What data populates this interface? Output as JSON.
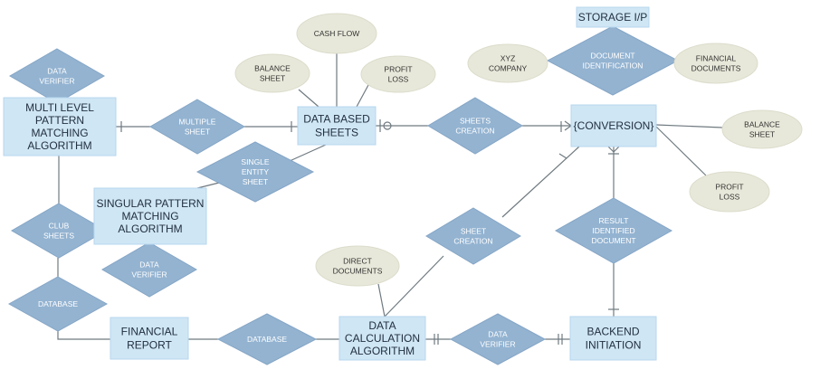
{
  "entities": [
    {
      "id": "mlpma",
      "lines": [
        "MULTI LEVEL",
        "PATTERN",
        "MATCHING",
        "ALGORITHM"
      ]
    },
    {
      "id": "dbs",
      "lines": [
        "DATA BASED",
        "SHEETS"
      ]
    },
    {
      "id": "conv",
      "lines": [
        "{CONVERSION}"
      ]
    },
    {
      "id": "storage",
      "lines": [
        "STORAGE I/P"
      ]
    },
    {
      "id": "spma",
      "lines": [
        "SINGULAR PATTERN",
        "MATCHING",
        "ALGORITHM"
      ]
    },
    {
      "id": "finrep",
      "lines": [
        "FINANCIAL",
        "REPORT"
      ]
    },
    {
      "id": "dca",
      "lines": [
        "DATA",
        "CALCULATION",
        "ALGORITHM"
      ]
    },
    {
      "id": "backend",
      "lines": [
        "BACKEND",
        "INITIATION"
      ]
    }
  ],
  "relationships": [
    {
      "id": "dv1",
      "lines": [
        "DATA",
        "VERIFIER"
      ]
    },
    {
      "id": "ms",
      "lines": [
        "MULTIPLE",
        "SHEET"
      ]
    },
    {
      "id": "ses",
      "lines": [
        "SINGLE",
        "ENTITY",
        "SHEET"
      ]
    },
    {
      "id": "sc1",
      "lines": [
        "SHEETS",
        "CREATION"
      ]
    },
    {
      "id": "docid",
      "lines": [
        "DOCUMENT",
        "IDENTIFICATION"
      ]
    },
    {
      "id": "club",
      "lines": [
        "CLUB",
        "SHEETS"
      ]
    },
    {
      "id": "dv2",
      "lines": [
        "DATA",
        "VERIFIER"
      ]
    },
    {
      "id": "db1",
      "lines": [
        "DATABASE"
      ]
    },
    {
      "id": "db2",
      "lines": [
        "DATABASE"
      ]
    },
    {
      "id": "sc2",
      "lines": [
        "SHEET",
        "CREATION"
      ]
    },
    {
      "id": "rid",
      "lines": [
        "RESULT",
        "IDENTIFIED",
        "DOCUMENT"
      ]
    },
    {
      "id": "dv3",
      "lines": [
        "DATA",
        "VERIFIER"
      ]
    }
  ],
  "attributes": [
    {
      "id": "cash",
      "lines": [
        "CASH FLOW"
      ]
    },
    {
      "id": "bal1",
      "lines": [
        "BALANCE",
        "SHEET"
      ]
    },
    {
      "id": "pl1",
      "lines": [
        "PROFIT",
        "LOSS"
      ]
    },
    {
      "id": "xyz",
      "lines": [
        "XYZ",
        "COMPANY"
      ]
    },
    {
      "id": "findocs",
      "lines": [
        "FINANCIAL",
        "DOCUMENTS"
      ]
    },
    {
      "id": "bal2",
      "lines": [
        "BALANCE",
        "SHEET"
      ]
    },
    {
      "id": "pl2",
      "lines": [
        "PROFIT",
        "LOSS"
      ]
    },
    {
      "id": "direct",
      "lines": [
        "DIRECT",
        "DOCUMENTS"
      ]
    }
  ],
  "colors": {
    "entity_fill": "#cfe6f5",
    "relationship_fill": "#93b3d1",
    "attribute_fill": "#e8e8da",
    "connector": "#6f7a80"
  }
}
